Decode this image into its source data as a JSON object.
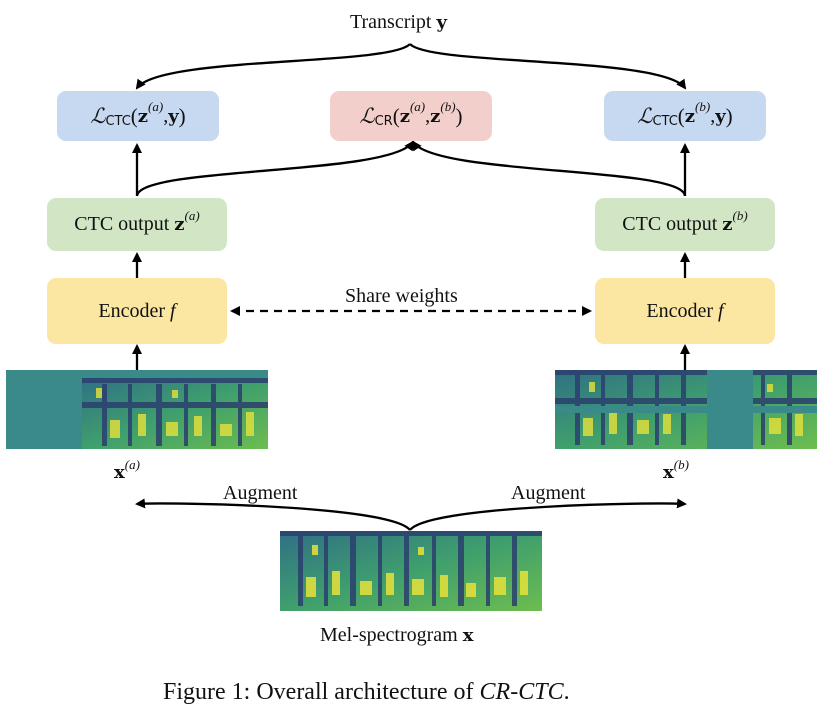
{
  "labels": {
    "transcript": "Transcript",
    "transcript_var": "y",
    "ctc_output": "CTC output",
    "z_var": "z",
    "sup_a": "(a)",
    "sup_b": "(b)",
    "encoder": "Encoder",
    "encoder_func": "f",
    "share_weights": "Share weights",
    "x_var": "x",
    "augment_left": "Augment",
    "augment_right": "Augment",
    "mel": "Mel-spectrogram",
    "mel_var": "x",
    "L": "ℒ",
    "ctc_sub": "CTC",
    "cr_sub": "CR",
    "y_var": "y",
    "lparen": "(",
    "rparen": ")",
    "comma": ","
  },
  "caption": {
    "prefix": "Figure 1: Overall architecture of ",
    "name": "CR-CTC",
    "suffix": "."
  },
  "colors": {
    "loss_ctc_box": "#c7d9f0",
    "loss_cr_box": "#f3cfcb",
    "ctc_output_box": "#d2e6c6",
    "encoder_box": "#fbe6a2",
    "spectrogram_teal": "#3a8a8a",
    "spectrogram_yellow": "#e8e23a"
  }
}
